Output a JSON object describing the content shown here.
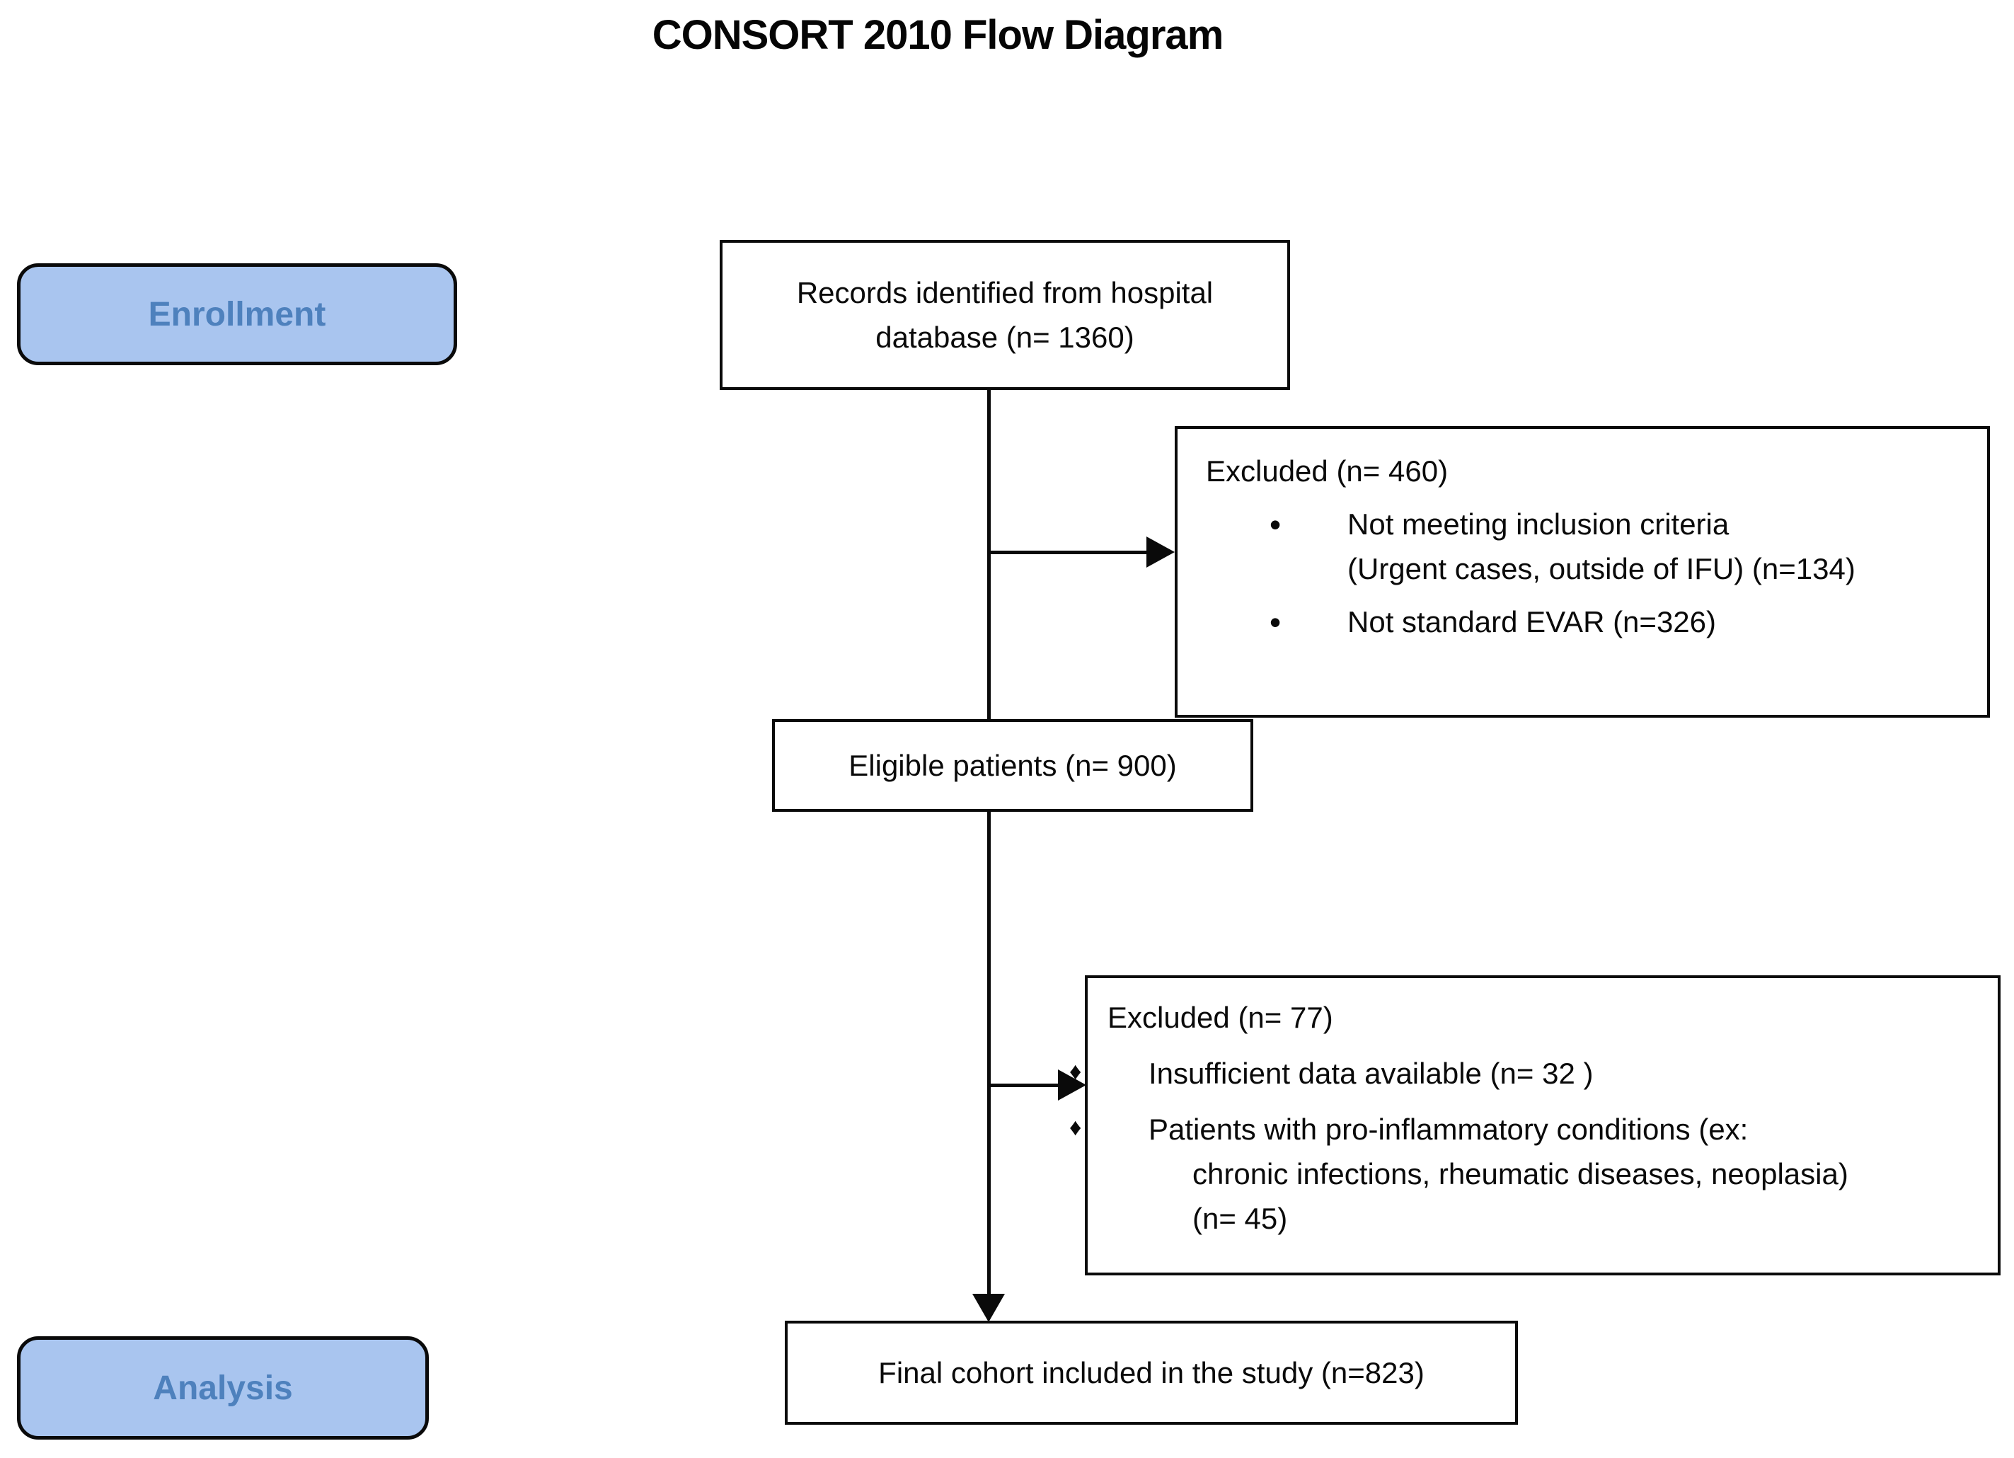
{
  "title": "CONSORT 2010 Flow Diagram",
  "colors": {
    "stage_fill": "#a9c5ef",
    "stage_text": "#4e81bd",
    "line": "#0a0a0a"
  },
  "stage_labels": {
    "enrollment": "Enrollment",
    "analysis": "Analysis"
  },
  "boxes": {
    "records": "Records identified from hospital\ndatabase (n= 1360)",
    "excluded_enrollment": {
      "title": "Excluded (n= 460)",
      "bullet": "•",
      "items": [
        "Not meeting inclusion criteria\n(Urgent cases, outside of IFU) (n=134)",
        "Not standard EVAR (n=326)"
      ]
    },
    "eligible": "Eligible patients (n= 900)",
    "excluded_analysis": {
      "title": "Excluded (n= 77)",
      "bullet": "♦",
      "items": [
        "Insufficient data available (n= 32 )",
        "Patients with pro-inflammatory conditions (ex:\nchronic infections, rheumatic diseases, neoplasia)\n(n= 45)"
      ]
    },
    "final": "Final cohort included in the study (n=823)"
  }
}
